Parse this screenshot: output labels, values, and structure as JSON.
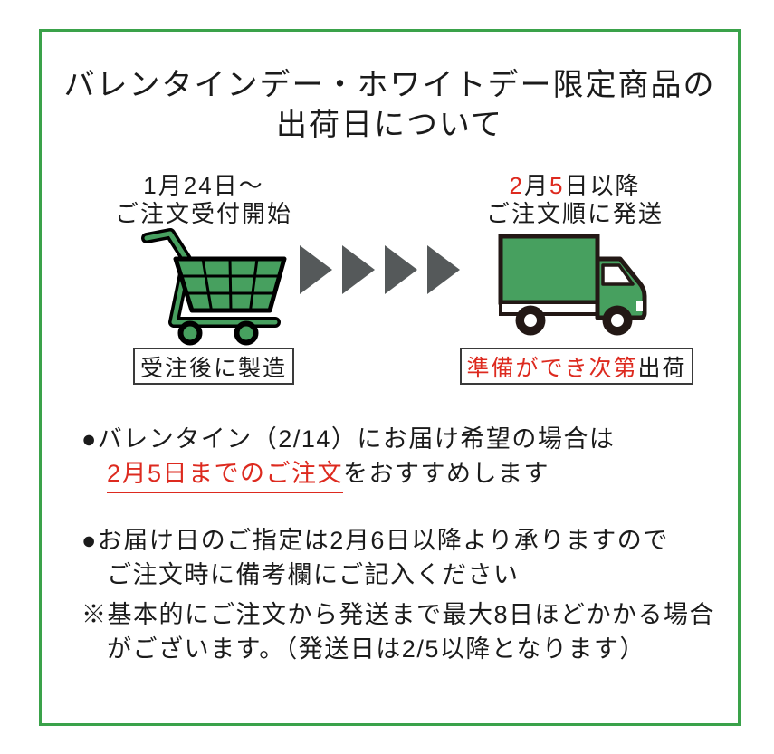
{
  "colors": {
    "border_green": "#3aa24a",
    "icon_green": "#47a05f",
    "accent_red": "#dd2a1f",
    "arrow_gray": "#55595a",
    "ink": "#1b1b1b",
    "outline_dark": "#231815"
  },
  "title": {
    "line1": "バレンタインデー・ホワイトデー限定商品の",
    "line2": "出荷日について"
  },
  "flow": {
    "order": {
      "date": "1月24日〜",
      "label": "ご注文受付開始",
      "box_label": "受注後に製造"
    },
    "ship": {
      "date_num1": "2",
      "date_sep": "月",
      "date_num2": "5",
      "date_suffix": "日以降",
      "label": "ご注文順に発送",
      "box_red": "準備ができ次第",
      "box_black": "出荷"
    }
  },
  "notes": {
    "n1": {
      "line1": "●バレンタイン（2/14）にお届け希望の場合は",
      "line2_red": "2月5日までのご注文",
      "line2_rest": "をおすすめします"
    },
    "n2": {
      "line1": "●お届け日のご指定は2月6日以降より承りますので",
      "line2": "ご注文時に備考欄にご記入ください"
    },
    "n3": {
      "line1": "※基本的にご注文から発送まで最大8日ほどかかる場合",
      "line2": "がございます。（発送日は2/5以降となります）"
    }
  }
}
